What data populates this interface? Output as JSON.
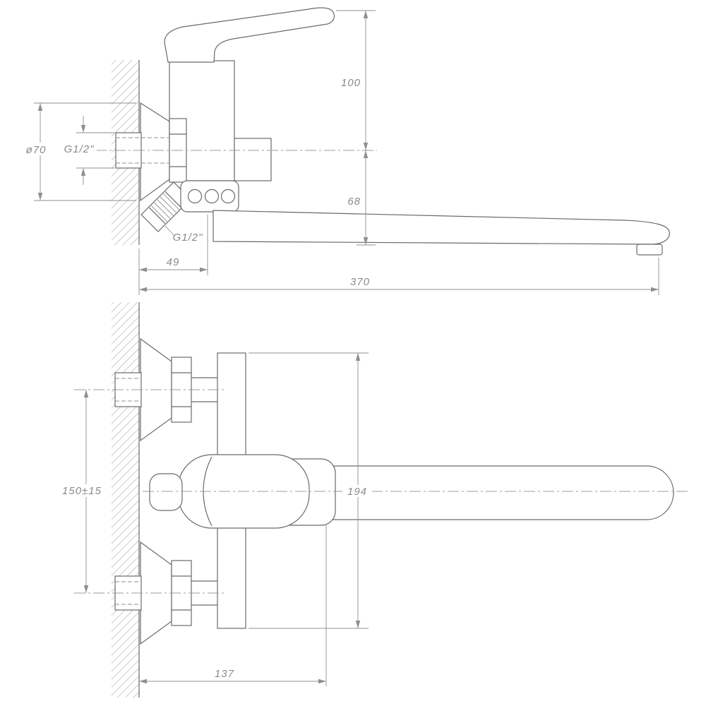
{
  "drawing": {
    "type": "technical dimension drawing, wall-mounted bath mixer faucet, two orthographic views",
    "side": {
      "dim_100": "100",
      "dim_68": "68",
      "dim_370": "370",
      "dim_49": "49",
      "dim_dia70": "ø70",
      "thread_inlet": "G1/2\"",
      "thread_shower": "G1/2\""
    },
    "front": {
      "dim_150": "150±15",
      "dim_194": "194",
      "dim_137": "137"
    },
    "colors": {
      "background": "#ffffff",
      "object_line": "#6a6a6a",
      "dimension_line": "#8f8f8f",
      "text": "#8a8a8a",
      "hatch": "#9a9a9a"
    }
  }
}
